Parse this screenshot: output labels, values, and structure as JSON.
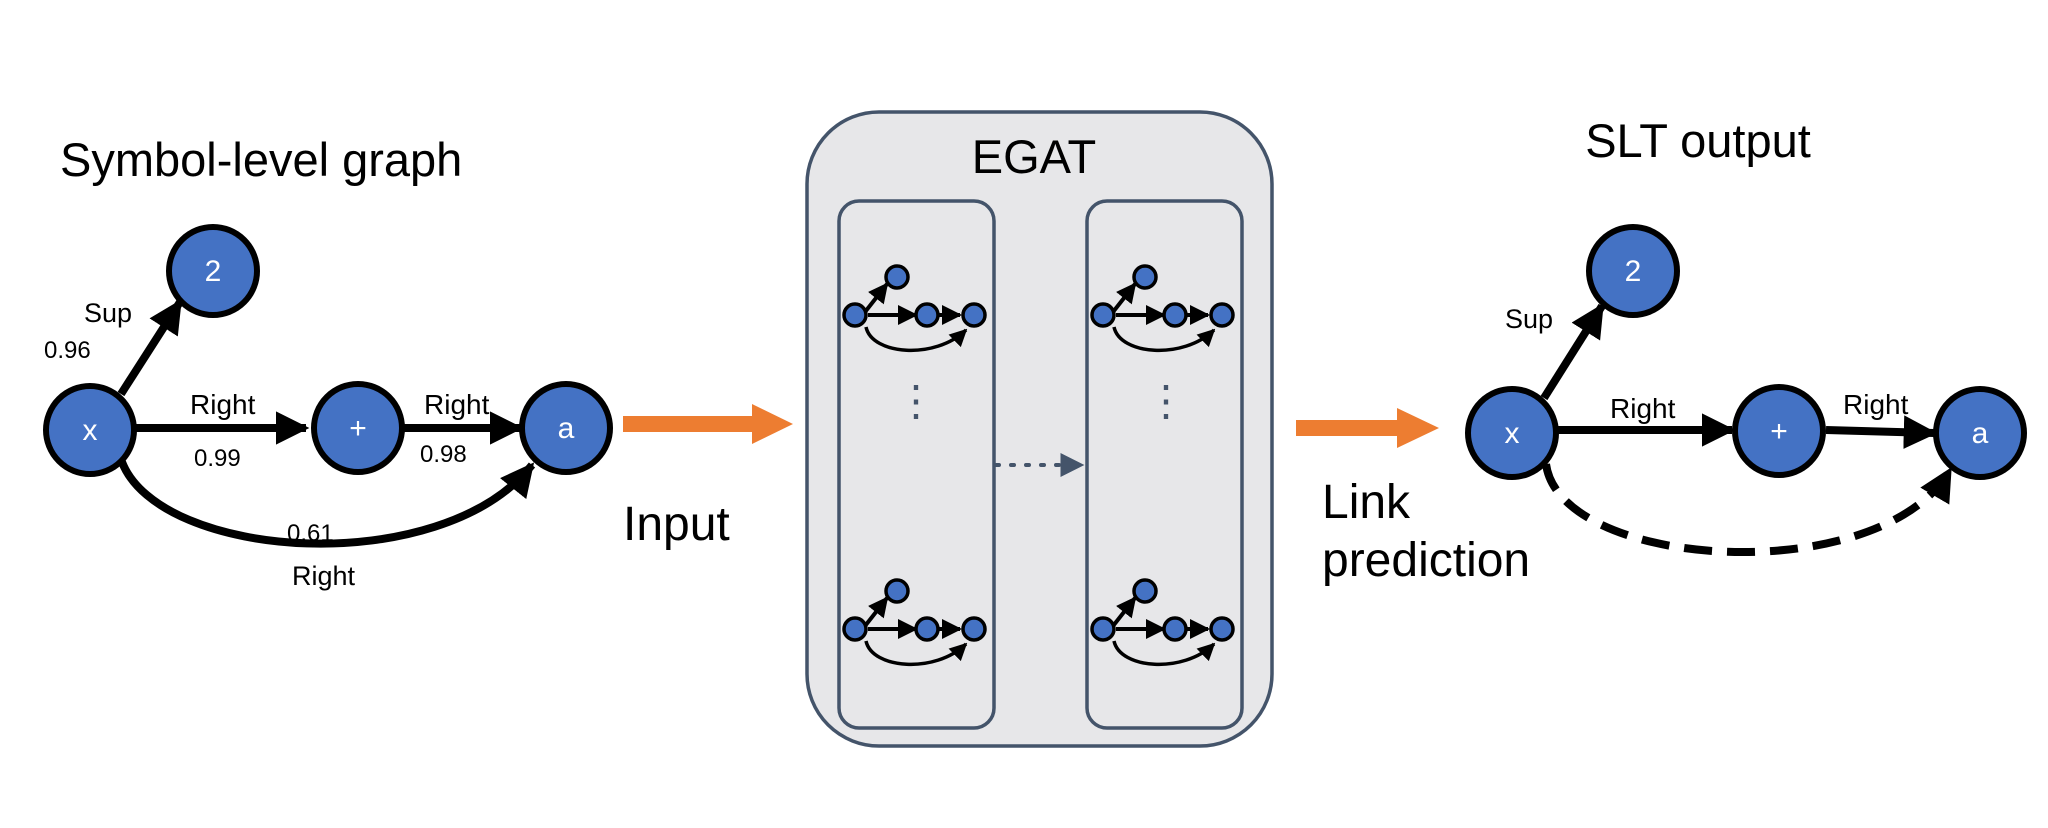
{
  "colors": {
    "node_fill": "#4472c4",
    "node_stroke": "#000000",
    "node_text": "#ffffff",
    "edge": "#000000",
    "flow_arrow": "#ed7d31",
    "egat_fill": "#e7e7e9",
    "egat_stroke": "#44546a",
    "layer_stroke": "#44546a"
  },
  "symbol_graph": {
    "title": "Symbol-level graph",
    "nodes": {
      "x": "x",
      "two": "2",
      "plus": "+",
      "a": "a"
    },
    "edges": {
      "sup_label": "Sup",
      "sup_score": "0.96",
      "right1_label": "Right",
      "right1_score": "0.99",
      "right2_label": "Right",
      "right2_score": "0.98",
      "right3_label": "Right",
      "right3_score": "0.61"
    }
  },
  "flow": {
    "input_label": "Input",
    "output_label_line1": "Link",
    "output_label_line2": "prediction"
  },
  "egat": {
    "title": "EGAT",
    "layer_dots": "⋮",
    "between_dots": "· · ·"
  },
  "slt_output": {
    "title": "SLT output",
    "nodes": {
      "x": "x",
      "two": "2",
      "plus": "+",
      "a": "a"
    },
    "edges": {
      "sup_label": "Sup",
      "right1_label": "Right",
      "right2_label": "Right"
    }
  }
}
